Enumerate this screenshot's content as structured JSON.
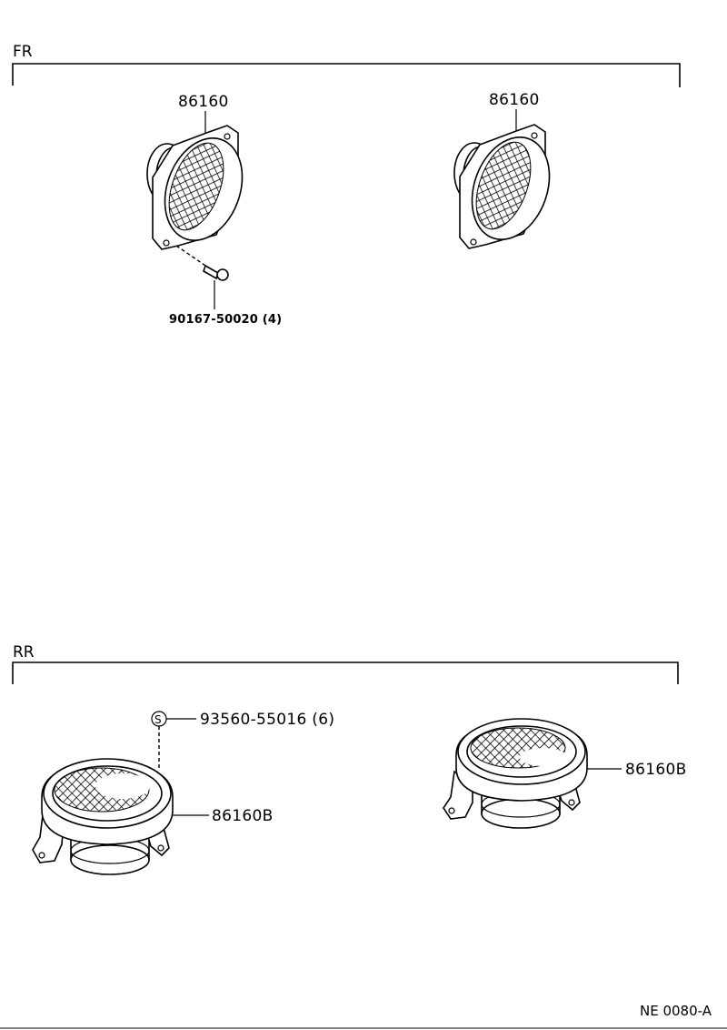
{
  "sections": {
    "front_label": "FR",
    "rear_label": "RR"
  },
  "parts": {
    "front_left_speaker": "86160",
    "front_right_speaker": "86160",
    "front_screw": "90167-50020 (4)",
    "rear_screw_symbol": "S",
    "rear_screw": "93560-55016 (6)",
    "rear_left_speaker": "86160B",
    "rear_right_speaker": "86160B"
  },
  "footer": {
    "code": "NE  0080-A"
  }
}
